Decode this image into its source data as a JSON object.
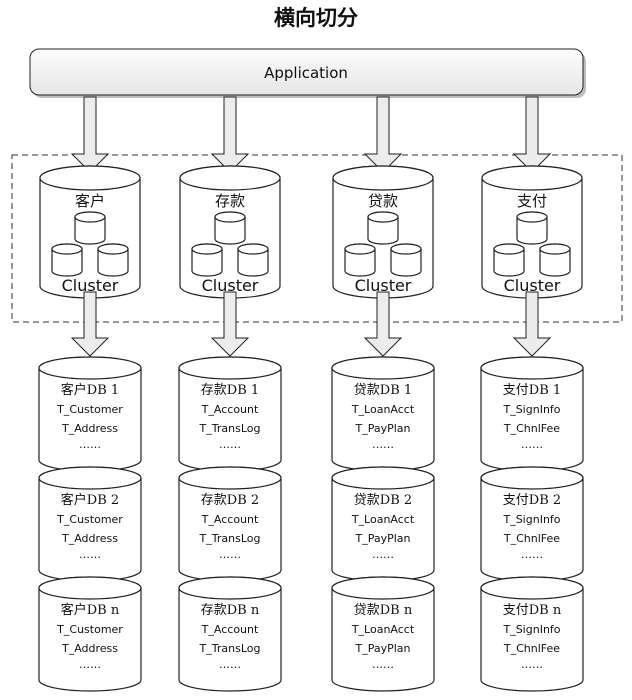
{
  "title": "横向切分",
  "application": {
    "label": "Application"
  },
  "cluster_label": "Cluster",
  "columns": [
    {
      "service": "客户",
      "shards": [
        {
          "name": "客户DB 1",
          "tables": [
            "T_Customer",
            "T_Address"
          ],
          "more": "……"
        },
        {
          "name": "客户DB 2",
          "tables": [
            "T_Customer",
            "T_Address"
          ],
          "more": "……"
        },
        {
          "name": "客户DB n",
          "tables": [
            "T_Customer",
            "T_Address"
          ],
          "more": "……"
        }
      ]
    },
    {
      "service": "存款",
      "shards": [
        {
          "name": "存款DB 1",
          "tables": [
            "T_Account",
            "T_TransLog"
          ],
          "more": "……"
        },
        {
          "name": "存款DB 2",
          "tables": [
            "T_Account",
            "T_TransLog"
          ],
          "more": "……"
        },
        {
          "name": "存款DB n",
          "tables": [
            "T_Account",
            "T_TransLog"
          ],
          "more": "……"
        }
      ]
    },
    {
      "service": "贷款",
      "shards": [
        {
          "name": "贷款DB 1",
          "tables": [
            "T_LoanAcct",
            "T_PayPlan"
          ],
          "more": "……"
        },
        {
          "name": "贷款DB 2",
          "tables": [
            "T_LoanAcct",
            "T_PayPlan"
          ],
          "more": "……"
        },
        {
          "name": "贷款DB n",
          "tables": [
            "T_LoanAcct",
            "T_PayPlan"
          ],
          "more": "……"
        }
      ]
    },
    {
      "service": "支付",
      "shards": [
        {
          "name": "支付DB 1",
          "tables": [
            "T_SignInfo",
            "T_ChnlFee"
          ],
          "more": "……"
        },
        {
          "name": "支付DB 2",
          "tables": [
            "T_SignInfo",
            "T_ChnlFee"
          ],
          "more": "……"
        },
        {
          "name": "支付DB n",
          "tables": [
            "T_SignInfo",
            "T_ChnlFee"
          ],
          "more": "……"
        }
      ]
    }
  ],
  "colors": {
    "stroke": "#222222",
    "fill": "#ffffff",
    "app_fill_top": "#fcfcfc",
    "app_fill_bottom": "#e6e6e6",
    "arrow_fill": "#ececec",
    "dashed_border": "#333333",
    "shadow": "#bdbdbd"
  }
}
